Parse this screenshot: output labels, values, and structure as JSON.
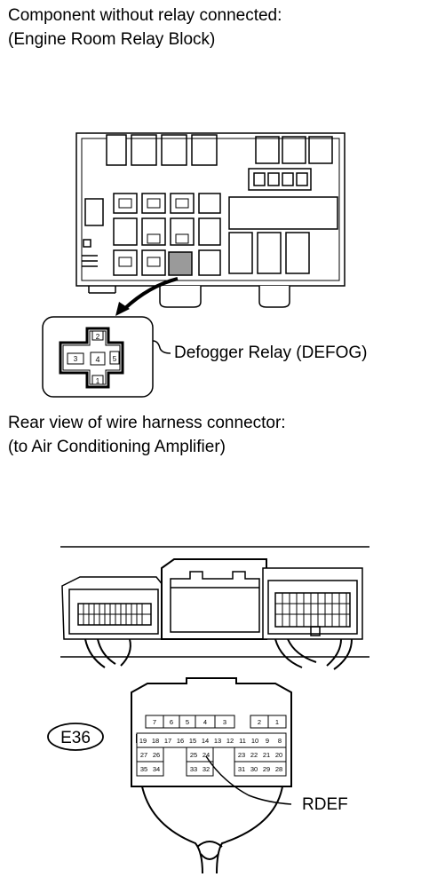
{
  "captions": {
    "top_line1": "Component without relay connected:",
    "top_line2": "(Engine Room Relay Block)",
    "bottom_line1": "Rear view of wire harness connector:",
    "bottom_line2": "(to Air Conditioning Amplifier)"
  },
  "labels": {
    "relay": "Defogger Relay (DEFOG)",
    "connector": "E36",
    "terminal": "RDEF"
  },
  "relay_pins": {
    "top": "2",
    "left": "3",
    "center": "4",
    "right": "5",
    "bottom": "1"
  },
  "connector_pins": {
    "row1_left": [
      "7",
      "6",
      "5",
      "4",
      "3"
    ],
    "row1_right": [
      "2",
      "1"
    ],
    "row2": [
      "19",
      "18",
      "17",
      "16",
      "15",
      "14",
      "13",
      "12",
      "11",
      "10",
      "9",
      "8"
    ],
    "row3_left": [
      "27",
      "26"
    ],
    "row3_mid": [
      "25",
      "24"
    ],
    "row3_right": [
      "23",
      "22",
      "21",
      "20"
    ],
    "row4_left": [
      "35",
      "34"
    ],
    "row4_mid": [
      "33",
      "32"
    ],
    "row4_right": [
      "31",
      "30",
      "29",
      "28"
    ]
  }
}
